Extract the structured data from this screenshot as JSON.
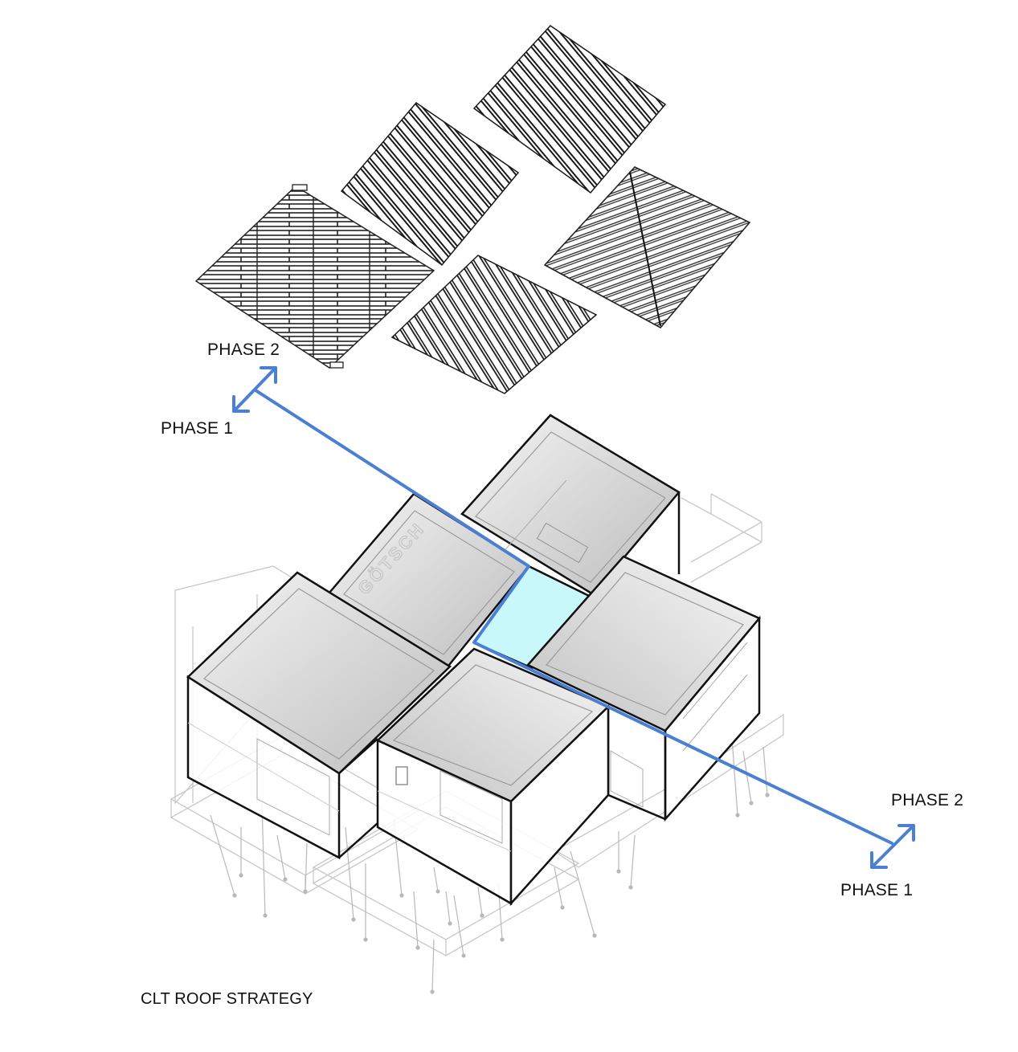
{
  "labels": {
    "phase2_left": "PHASE 2",
    "phase1_left": "PHASE 1",
    "phase2_right": "PHASE 2",
    "phase1_right": "PHASE 1"
  },
  "caption": "CLT ROOF STRATEGY",
  "sign_text": "GÖTSCH",
  "colors": {
    "section_line": "#4a7fd4",
    "courtyard": "#c9f8fb",
    "outline": "#111111",
    "roof_shade_dark": "#bdbdbd",
    "roof_shade_light": "#f4f4f4",
    "panel_hatch": "#1a1a1a",
    "ghost_line": "#c8c8c8"
  }
}
